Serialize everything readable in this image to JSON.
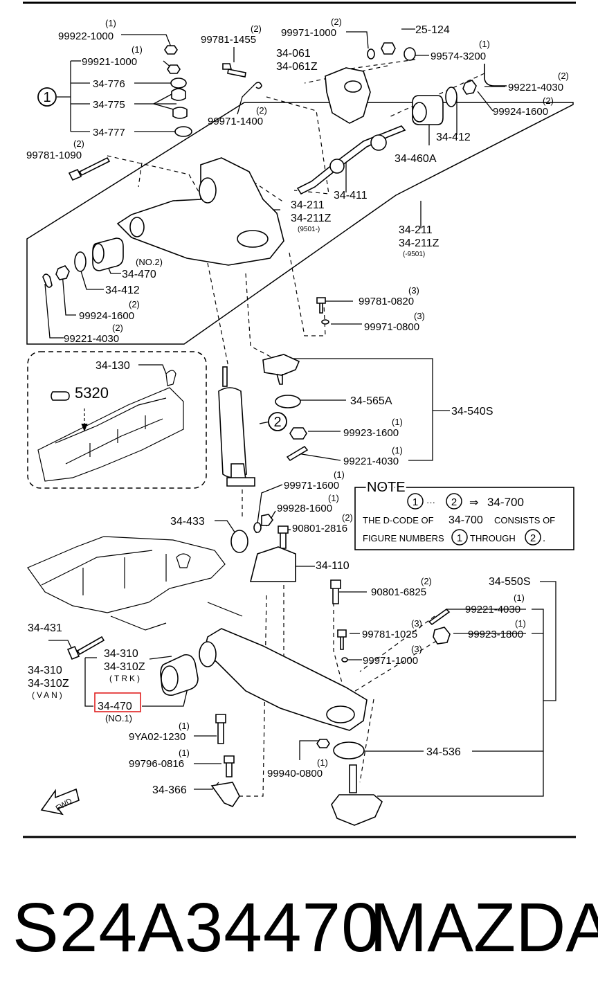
{
  "colors": {
    "line": "#000000",
    "highlight": "#e02020",
    "background": "#ffffff"
  },
  "callouts": {
    "c1": "99922-1000",
    "c1q": "(1)",
    "c2": "99921-1000",
    "c2q": "(1)",
    "c3": "34-776",
    "c4": "34-775",
    "c5": "34-777",
    "c6": "99781-1090",
    "c6q": "(2)",
    "c7": "99781-1455",
    "c7q": "(2)",
    "c8": "99971-1000",
    "c8q": "(2)",
    "c9": "34-061",
    "c10": "34-061Z",
    "c11": "25-124",
    "c12": "99574-3200",
    "c12q": "(1)",
    "c13": "99221-4030",
    "c13q": "(2)",
    "c14": "99924-1600",
    "c14q": "(2)",
    "c15": "99971-1400",
    "c15q": "(2)",
    "c16": "34-412",
    "c17": "34-460A",
    "c18": "34-411",
    "c19": "34-211",
    "c20": "34-211Z",
    "c21": "(9501-)",
    "c22": "34-211",
    "c23": "34-211Z",
    "c24": "(-9501)",
    "c25": "(NO.2)",
    "c26": "34-470",
    "c27": "34-412",
    "c28": "99924-1600",
    "c28q": "(2)",
    "c29": "99221-4030",
    "c29q": "(2)",
    "c30": "99781-0820",
    "c30q": "(3)",
    "c31": "99971-0800",
    "c31q": "(3)",
    "c32": "34-130",
    "c33": "5320",
    "c34": "34-565A",
    "c35": "34-540S",
    "c36": "99923-1600",
    "c36q": "(1)",
    "c37": "99221-4030",
    "c37q": "(1)",
    "c38": "99971-1600",
    "c38q": "(1)",
    "c39": "99928-1600",
    "c39q": "(1)",
    "c40": "34-433",
    "c41": "90801-2816",
    "c41q": "(2)",
    "c42": "34-110",
    "c43": "34-550S",
    "c44": "90801-6825",
    "c44q": "(2)",
    "c45": "99221-4030",
    "c45q": "(1)",
    "c46": "34-431",
    "c47": "99781-1025",
    "c47q": "(3)",
    "c48": "99923-1800",
    "c48q": "(1)",
    "c49": "99971-1000",
    "c49q": "(3)",
    "c50": "34-310",
    "c51": "34-310Z",
    "c52": "(TRK)",
    "c53": "34-310",
    "c54": "34-310Z",
    "c55": "(VAN)",
    "c56": "34-470",
    "c57": "(NO.1)",
    "c58": "9YA02-1230",
    "c58q": "(1)",
    "c59": "99796-0816",
    "c59q": "(1)",
    "c60": "34-536",
    "c61": "99940-0800",
    "c61q": "(1)",
    "c62": "34-366",
    "c63": "FWD",
    "circle1": "1",
    "circle2": "2"
  },
  "note": {
    "title": "NOTE",
    "range_from": "1",
    "range_sep": "···",
    "range_to": "2",
    "arrow": "⇒",
    "target": "34-700",
    "line2a": "THE D-CODE OF",
    "line2b": "34-700",
    "line2c": "CONSISTS OF",
    "line3a": "FIGURE NUMBERS",
    "line3b": "1",
    "line3c": "THROUGH",
    "line3d": "2",
    "line3e": "."
  },
  "footer": {
    "part_number": "S24A34470",
    "brand": "MAZDA"
  }
}
